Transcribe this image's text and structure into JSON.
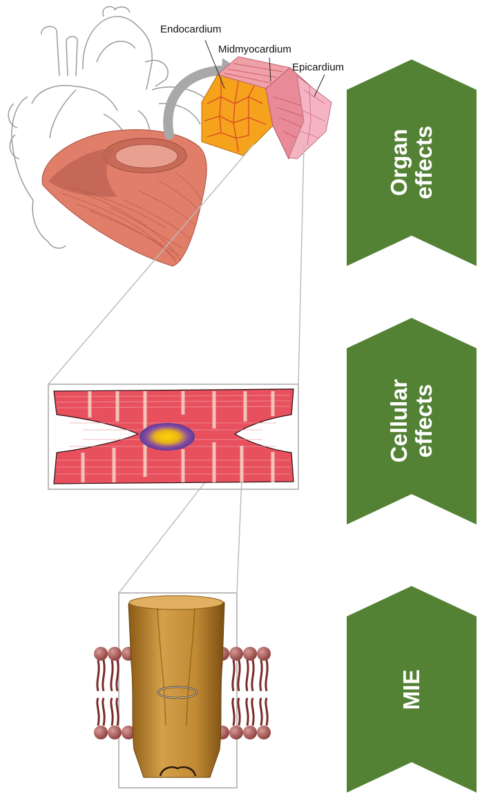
{
  "layer_labels": {
    "endocardium": "Endocardium",
    "midmyocardium": "Midmyocardium",
    "epicardium": "Epicardium"
  },
  "levels": [
    {
      "line1": "Organ",
      "line2": "effects"
    },
    {
      "line1": "Cellular",
      "line2": "effects"
    },
    {
      "line1": "MIE",
      "line2": ""
    }
  ],
  "colors": {
    "chevron": "#548235",
    "chevron_text": "#ffffff",
    "muscle": "#e07e6a",
    "myocyte": "#e8505e",
    "channel": "#c8923a",
    "lipid_head": "#9a4a47"
  }
}
